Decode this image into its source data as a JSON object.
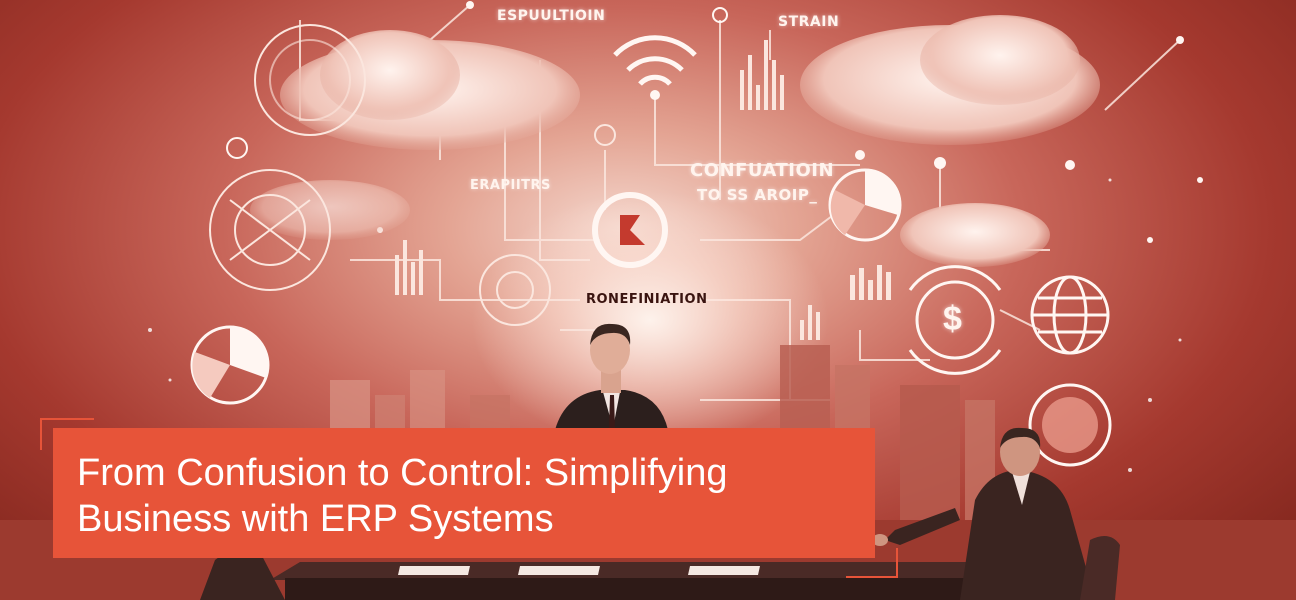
{
  "hero": {
    "title_line1": "From Confusion to Control: Simplifying",
    "title_line2": "Business with ERP Systems"
  },
  "illustration": {
    "labels": {
      "top_left": "ESPUULTIOIN",
      "top_right": "STRAIN",
      "center_line1": "CONFUATIOIN",
      "center_line2": "TO SS AROIP_",
      "left_mid": "ERAPIITRS",
      "center_low": "RONEFINIATION",
      "dollar": "$"
    }
  },
  "colors": {
    "accent": "#e75439",
    "background_dark": "#7a2219",
    "glow": "#f4d6cc"
  }
}
